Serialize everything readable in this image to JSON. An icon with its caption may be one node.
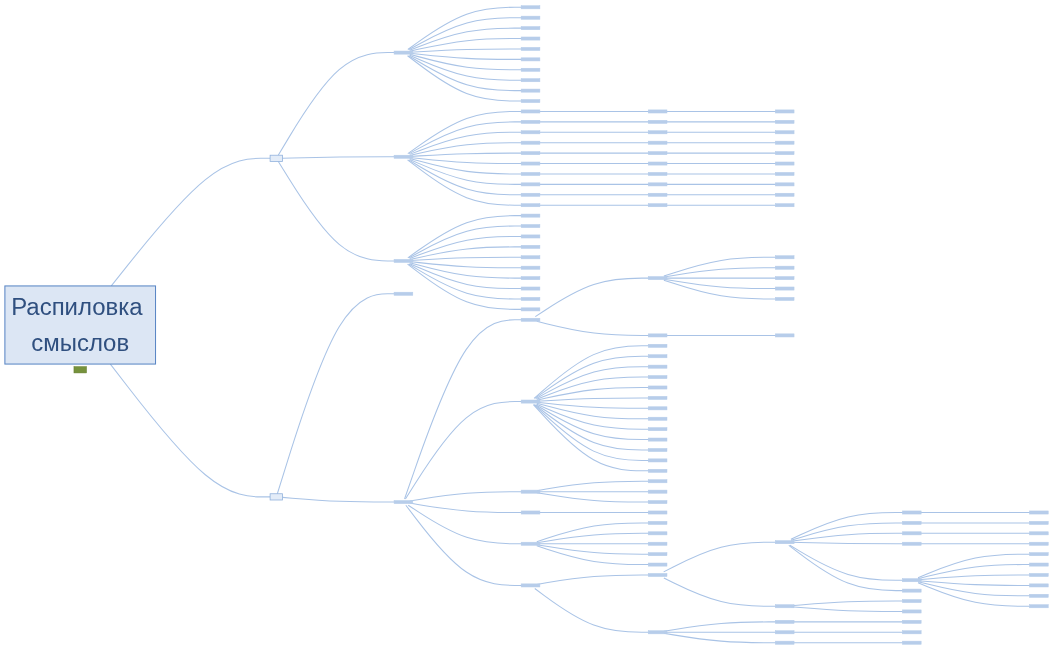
{
  "diagram": {
    "nodes": [
      {
        "text": [
          "Распиловка смыслов"
        ]
      },
      {
        "text": [],
        "shape": "box"
      },
      {
        "text": [],
        "shape": "bar"
      },
      {
        "text": [],
        "shape": "bar"
      },
      {
        "text": [],
        "shape": "bar"
      },
      {
        "text": [],
        "shape": "bar"
      },
      {
        "text": [],
        "shape": "bar"
      },
      {
        "text": [],
        "shape": "bar"
      },
      {
        "text": [],
        "shape": "bar"
      },
      {
        "text": [],
        "shape": "bar"
      },
      {
        "text": [],
        "shape": "bar"
      },
      {
        "text": [],
        "shape": "bar"
      },
      {
        "text": [],
        "shape": "bar"
      },
      {
        "text": [],
        "shape": "bar"
      },
      {
        "text": [],
        "shape": "bar"
      },
      {
        "text": [],
        "shape": "bar"
      },
      {
        "text": [],
        "shape": "bar"
      },
      {
        "text": [],
        "shape": "bar"
      },
      {
        "text": [],
        "shape": "bar"
      },
      {
        "text": [],
        "shape": "bar"
      },
      {
        "text": [],
        "shape": "bar"
      },
      {
        "text": [],
        "shape": "bar"
      },
      {
        "text": [],
        "shape": "bar"
      },
      {
        "text": [],
        "shape": "bar"
      },
      {
        "text": [],
        "shape": "bar"
      },
      {
        "text": [],
        "shape": "bar"
      },
      {
        "text": [],
        "shape": "bar"
      },
      {
        "text": [],
        "shape": "bar"
      },
      {
        "text": [],
        "shape": "bar"
      },
      {
        "text": [],
        "shape": "bar"
      },
      {
        "text": [],
        "shape": "bar"
      },
      {
        "text": [],
        "shape": "bar"
      },
      {
        "text": [],
        "shape": "bar"
      },
      {
        "text": [],
        "shape": "bar"
      },
      {
        "text": [],
        "shape": "bar"
      },
      {
        "text": [],
        "shape": "bar"
      },
      {
        "text": [],
        "shape": "bar"
      },
      {
        "text": [],
        "shape": "bar"
      },
      {
        "text": [],
        "shape": "bar"
      },
      {
        "text": [],
        "shape": "bar"
      },
      {
        "text": [],
        "shape": "bar"
      },
      {
        "text": [],
        "shape": "bar"
      },
      {
        "text": [],
        "shape": "bar"
      },
      {
        "text": [],
        "shape": "bar"
      },
      {
        "text": [],
        "shape": "box"
      },
      {
        "text": [],
        "shape": "bar"
      },
      {
        "text": [],
        "shape": "bar"
      },
      {
        "text": [],
        "shape": "bar"
      },
      {
        "text": [],
        "shape": "bar"
      },
      {
        "text": [],
        "shape": "bar"
      },
      {
        "text": [],
        "shape": "bar"
      },
      {
        "text": [],
        "shape": "bar"
      },
      {
        "text": [],
        "shape": "bar"
      },
      {
        "text": [],
        "shape": "bar"
      },
      {
        "text": [],
        "shape": "bar"
      },
      {
        "text": [],
        "shape": "bar"
      },
      {
        "text": [],
        "shape": "box"
      },
      {
        "text": [],
        "shape": "bar"
      },
      {
        "text": [],
        "shape": "bar"
      },
      {
        "text": [],
        "shape": "bar"
      },
      {
        "text": [],
        "shape": "bar"
      },
      {
        "text": [],
        "shape": "bar"
      },
      {
        "text": [],
        "shape": "bar"
      },
      {
        "text": [],
        "shape": "bar"
      },
      {
        "text": [],
        "shape": "bar"
      },
      {
        "text": [],
        "shape": "bar"
      },
      {
        "text": [],
        "shape": "bar"
      },
      {
        "text": [],
        "shape": "bar"
      },
      {
        "text": [],
        "shape": "bar"
      },
      {
        "text": [],
        "shape": "bar"
      },
      {
        "text": [],
        "shape": "bar"
      },
      {
        "text": [],
        "shape": "bar"
      },
      {
        "text": [],
        "shape": "bar"
      },
      {
        "text": [],
        "shape": "bar"
      },
      {
        "text": [],
        "shape": "bar"
      },
      {
        "text": [],
        "shape": "bar"
      },
      {
        "text": [],
        "shape": "bar"
      },
      {
        "text": [],
        "shape": "bar"
      },
      {
        "text": [],
        "shape": "bar"
      },
      {
        "text": [],
        "shape": "bar"
      },
      {
        "text": [],
        "shape": "bar"
      },
      {
        "text": [],
        "shape": "bar"
      },
      {
        "text": [],
        "shape": "bar"
      },
      {
        "text": [],
        "shape": "bar"
      },
      {
        "text": [],
        "shape": "bar"
      },
      {
        "text": [],
        "shape": "bar"
      },
      {
        "text": [],
        "shape": "bar"
      },
      {
        "text": [],
        "shape": "bar"
      },
      {
        "text": [],
        "shape": "bar"
      },
      {
        "text": [],
        "shape": "bar"
      },
      {
        "text": [],
        "shape": "bar"
      },
      {
        "text": [],
        "shape": "bar"
      },
      {
        "text": [],
        "shape": "bar"
      },
      {
        "text": [],
        "shape": "bar"
      },
      {
        "text": [],
        "shape": "bar"
      },
      {
        "text": [],
        "shape": "bar"
      },
      {
        "text": [],
        "shape": "bar"
      },
      {
        "text": [],
        "shape": "bar"
      },
      {
        "text": [],
        "shape": "bar"
      },
      {
        "text": [],
        "shape": "bar"
      },
      {
        "text": [],
        "shape": "bar"
      },
      {
        "text": [],
        "shape": "bar"
      },
      {
        "text": [],
        "shape": "bar"
      },
      {
        "text": [],
        "shape": "bar"
      },
      {
        "text": [],
        "shape": "bar"
      },
      {
        "text": [],
        "shape": "bar"
      },
      {
        "text": [],
        "shape": "bar"
      },
      {
        "text": [],
        "shape": "bar"
      },
      {
        "text": [],
        "shape": "bar"
      },
      {
        "text": [],
        "shape": "bar"
      },
      {
        "text": [],
        "shape": "bar"
      },
      {
        "text": [],
        "shape": "bar"
      },
      {
        "text": [],
        "shape": "bar"
      },
      {
        "text": [],
        "shape": "bar"
      },
      {
        "text": [],
        "shape": "bar"
      },
      {
        "text": [],
        "shape": "bar"
      },
      {
        "text": [],
        "shape": "bar"
      },
      {
        "text": [],
        "shape": "bar"
      },
      {
        "text": [],
        "shape": "bar"
      },
      {
        "text": [],
        "shape": "bar"
      },
      {
        "text": [],
        "shape": "bar"
      },
      {
        "text": [],
        "shape": "bar"
      },
      {
        "text": [],
        "shape": "bar"
      }
    ],
    "edges": [
      {
        "from": 0,
        "to": 1,
        "arrow": "none"
      },
      {
        "from": 1,
        "to": 2,
        "arrow": "none"
      },
      {
        "from": 2,
        "to": 3,
        "arrow": "none"
      },
      {
        "from": 2,
        "to": 4,
        "arrow": "none"
      },
      {
        "from": 2,
        "to": 5,
        "arrow": "none"
      },
      {
        "from": 2,
        "to": 6,
        "arrow": "none"
      },
      {
        "from": 2,
        "to": 7,
        "arrow": "none"
      },
      {
        "from": 2,
        "to": 8,
        "arrow": "none"
      },
      {
        "from": 2,
        "to": 9,
        "arrow": "none"
      },
      {
        "from": 2,
        "to": 10,
        "arrow": "none"
      },
      {
        "from": 2,
        "to": 11,
        "arrow": "none"
      },
      {
        "from": 2,
        "to": 12,
        "arrow": "none"
      },
      {
        "from": 1,
        "to": 13,
        "arrow": "none"
      },
      {
        "from": 13,
        "to": 14,
        "arrow": "none"
      },
      {
        "from": 14,
        "to": 15,
        "arrow": "none"
      },
      {
        "from": 15,
        "to": 16,
        "arrow": "none"
      },
      {
        "from": 13,
        "to": 17,
        "arrow": "none"
      },
      {
        "from": 17,
        "to": 18,
        "arrow": "none"
      },
      {
        "from": 18,
        "to": 19,
        "arrow": "none"
      },
      {
        "from": 13,
        "to": 20,
        "arrow": "none"
      },
      {
        "from": 20,
        "to": 21,
        "arrow": "none"
      },
      {
        "from": 21,
        "to": 22,
        "arrow": "none"
      },
      {
        "from": 13,
        "to": 23,
        "arrow": "none"
      },
      {
        "from": 23,
        "to": 24,
        "arrow": "none"
      },
      {
        "from": 24,
        "to": 25,
        "arrow": "none"
      },
      {
        "from": 13,
        "to": 26,
        "arrow": "none"
      },
      {
        "from": 26,
        "to": 27,
        "arrow": "none"
      },
      {
        "from": 27,
        "to": 28,
        "arrow": "none"
      },
      {
        "from": 13,
        "to": 29,
        "arrow": "none"
      },
      {
        "from": 29,
        "to": 30,
        "arrow": "none"
      },
      {
        "from": 30,
        "to": 31,
        "arrow": "none"
      },
      {
        "from": 13,
        "to": 32,
        "arrow": "none"
      },
      {
        "from": 32,
        "to": 33,
        "arrow": "none"
      },
      {
        "from": 33,
        "to": 34,
        "arrow": "none"
      },
      {
        "from": 13,
        "to": 35,
        "arrow": "none"
      },
      {
        "from": 35,
        "to": 36,
        "arrow": "none"
      },
      {
        "from": 36,
        "to": 37,
        "arrow": "none"
      },
      {
        "from": 13,
        "to": 38,
        "arrow": "none"
      },
      {
        "from": 38,
        "to": 39,
        "arrow": "none"
      },
      {
        "from": 39,
        "to": 40,
        "arrow": "none"
      },
      {
        "from": 13,
        "to": 41,
        "arrow": "none"
      },
      {
        "from": 41,
        "to": 42,
        "arrow": "none"
      },
      {
        "from": 42,
        "to": 43,
        "arrow": "none"
      },
      {
        "from": 1,
        "to": 45,
        "arrow": "none"
      },
      {
        "from": 45,
        "to": 46,
        "arrow": "none"
      },
      {
        "from": 45,
        "to": 47,
        "arrow": "none"
      },
      {
        "from": 45,
        "to": 48,
        "arrow": "none"
      },
      {
        "from": 45,
        "to": 49,
        "arrow": "none"
      },
      {
        "from": 45,
        "to": 50,
        "arrow": "none"
      },
      {
        "from": 45,
        "to": 51,
        "arrow": "none"
      },
      {
        "from": 45,
        "to": 52,
        "arrow": "none"
      },
      {
        "from": 45,
        "to": 53,
        "arrow": "none"
      },
      {
        "from": 45,
        "to": 54,
        "arrow": "none"
      },
      {
        "from": 45,
        "to": 55,
        "arrow": "none"
      },
      {
        "from": 0,
        "to": 56,
        "arrow": "none"
      },
      {
        "from": 56,
        "to": 57,
        "arrow": "none"
      },
      {
        "from": 56,
        "to": 58,
        "arrow": "none"
      },
      {
        "from": 58,
        "to": 59,
        "arrow": "none"
      },
      {
        "from": 59,
        "to": 60,
        "arrow": "none"
      },
      {
        "from": 60,
        "to": 61,
        "arrow": "none"
      },
      {
        "from": 60,
        "to": 62,
        "arrow": "none"
      },
      {
        "from": 60,
        "to": 63,
        "arrow": "none"
      },
      {
        "from": 60,
        "to": 64,
        "arrow": "none"
      },
      {
        "from": 60,
        "to": 65,
        "arrow": "none"
      },
      {
        "from": 59,
        "to": 66,
        "arrow": "none"
      },
      {
        "from": 66,
        "to": 67,
        "arrow": "none"
      },
      {
        "from": 58,
        "to": 68,
        "arrow": "none"
      },
      {
        "from": 68,
        "to": 69,
        "arrow": "none"
      },
      {
        "from": 68,
        "to": 70,
        "arrow": "none"
      },
      {
        "from": 68,
        "to": 71,
        "arrow": "none"
      },
      {
        "from": 68,
        "to": 72,
        "arrow": "none"
      },
      {
        "from": 68,
        "to": 73,
        "arrow": "none"
      },
      {
        "from": 68,
        "to": 74,
        "arrow": "none"
      },
      {
        "from": 68,
        "to": 75,
        "arrow": "none"
      },
      {
        "from": 68,
        "to": 76,
        "arrow": "none"
      },
      {
        "from": 68,
        "to": 77,
        "arrow": "none"
      },
      {
        "from": 68,
        "to": 78,
        "arrow": "none"
      },
      {
        "from": 68,
        "to": 79,
        "arrow": "none"
      },
      {
        "from": 68,
        "to": 80,
        "arrow": "none"
      },
      {
        "from": 68,
        "to": 81,
        "arrow": "none"
      },
      {
        "from": 58,
        "to": 82,
        "arrow": "none"
      },
      {
        "from": 82,
        "to": 83,
        "arrow": "none"
      },
      {
        "from": 82,
        "to": 84,
        "arrow": "none"
      },
      {
        "from": 82,
        "to": 85,
        "arrow": "none"
      },
      {
        "from": 58,
        "to": 86,
        "arrow": "none"
      },
      {
        "from": 86,
        "to": 87,
        "arrow": "none"
      },
      {
        "from": 58,
        "to": 88,
        "arrow": "none"
      },
      {
        "from": 88,
        "to": 89,
        "arrow": "none"
      },
      {
        "from": 88,
        "to": 90,
        "arrow": "none"
      },
      {
        "from": 88,
        "to": 91,
        "arrow": "none"
      },
      {
        "from": 88,
        "to": 92,
        "arrow": "none"
      },
      {
        "from": 88,
        "to": 93,
        "arrow": "none"
      },
      {
        "from": 58,
        "to": 94,
        "arrow": "none"
      },
      {
        "from": 94,
        "to": 95,
        "arrow": "none"
      },
      {
        "from": 95,
        "to": 96,
        "arrow": "none"
      },
      {
        "from": 96,
        "to": 97,
        "arrow": "none"
      },
      {
        "from": 97,
        "to": 98,
        "arrow": "none"
      },
      {
        "from": 96,
        "to": 99,
        "arrow": "none"
      },
      {
        "from": 99,
        "to": 100,
        "arrow": "none"
      },
      {
        "from": 96,
        "to": 101,
        "arrow": "none"
      },
      {
        "from": 101,
        "to": 102,
        "arrow": "none"
      },
      {
        "from": 96,
        "to": 103,
        "arrow": "none"
      },
      {
        "from": 103,
        "to": 104,
        "arrow": "none"
      },
      {
        "from": 96,
        "to": 105,
        "arrow": "none"
      },
      {
        "from": 105,
        "to": 106,
        "arrow": "none"
      },
      {
        "from": 105,
        "to": 107,
        "arrow": "none"
      },
      {
        "from": 105,
        "to": 108,
        "arrow": "none"
      },
      {
        "from": 105,
        "to": 109,
        "arrow": "none"
      },
      {
        "from": 105,
        "to": 110,
        "arrow": "none"
      },
      {
        "from": 105,
        "to": 111,
        "arrow": "none"
      },
      {
        "from": 96,
        "to": 112,
        "arrow": "none"
      },
      {
        "from": 95,
        "to": 113,
        "arrow": "none"
      },
      {
        "from": 113,
        "to": 114,
        "arrow": "none"
      },
      {
        "from": 113,
        "to": 115,
        "arrow": "none"
      },
      {
        "from": 94,
        "to": 116,
        "arrow": "none"
      },
      {
        "from": 116,
        "to": 117,
        "arrow": "none"
      },
      {
        "from": 117,
        "to": 118,
        "arrow": "none"
      },
      {
        "from": 116,
        "to": 119,
        "arrow": "none"
      },
      {
        "from": 119,
        "to": 120,
        "arrow": "none"
      },
      {
        "from": 116,
        "to": 121,
        "arrow": "none"
      },
      {
        "from": 121,
        "to": 122,
        "arrow": "none"
      }
    ]
  }
}
